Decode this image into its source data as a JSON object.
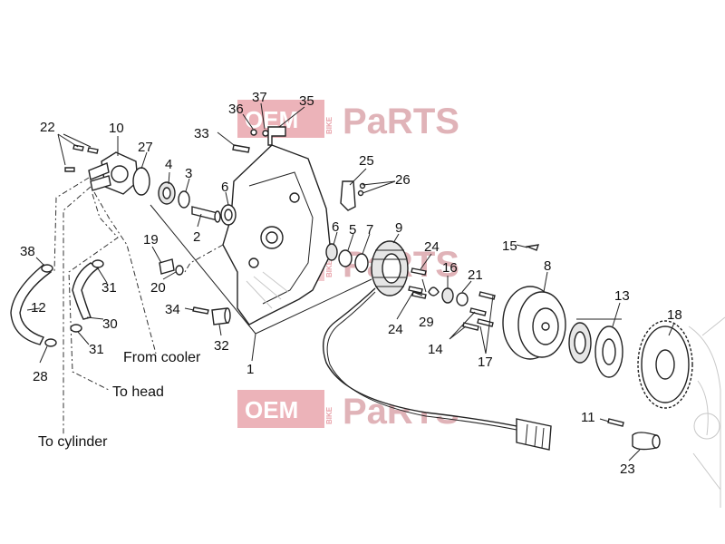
{
  "watermark": {
    "brand_left": "OEM",
    "brand_vertical": "BIKE",
    "brand_right": "PaRTS",
    "color_red": "#e8a0a8",
    "color_block": "#e9a6ad"
  },
  "callouts": {
    "c1": "1",
    "c2": "2",
    "c3": "3",
    "c4": "4",
    "c5": "5",
    "c6a": "6",
    "c6b": "6",
    "c7": "7",
    "c8": "8",
    "c9": "9",
    "c10": "10",
    "c11": "11",
    "c12": "12",
    "c13": "13",
    "c14": "14",
    "c15": "15",
    "c16": "16",
    "c17": "17",
    "c18": "18",
    "c19": "19",
    "c20": "20",
    "c21": "21",
    "c22": "22",
    "c23": "23",
    "c24a": "24",
    "c24b": "24",
    "c25": "25",
    "c26": "26",
    "c27": "27",
    "c28": "28",
    "c29": "29",
    "c30": "30",
    "c31a": "31",
    "c31b": "31",
    "c32": "32",
    "c33": "33",
    "c34": "34",
    "c35": "35",
    "c36": "36",
    "c37": "37",
    "c38": "38"
  },
  "captions": {
    "from_cooler": "From cooler",
    "to_head": "To head",
    "to_cylinder": "To cylinder"
  }
}
